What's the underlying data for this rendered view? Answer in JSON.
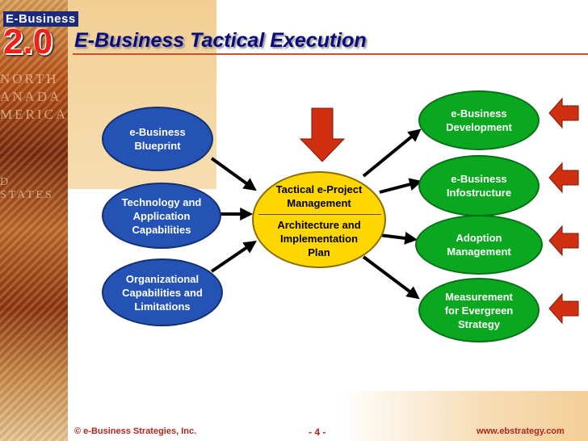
{
  "logo": {
    "small": "E-Business",
    "big": "2.0"
  },
  "background_words": [
    "NORTH",
    "ANADA",
    "MERICA",
    "D STATES"
  ],
  "title": "E-Business Tactical Execution",
  "left_nodes": {
    "blueprint": [
      "e-Business",
      "Blueprint"
    ],
    "technology": [
      "Technology and",
      "Application",
      "Capabilities"
    ],
    "organizational": [
      "Organizational",
      "Capabilities and",
      "Limitations"
    ]
  },
  "centre_node": {
    "top": [
      "Tactical e-Project",
      "Management"
    ],
    "bottom": [
      "Architecture and",
      "Implementation",
      "Plan"
    ]
  },
  "right_nodes": {
    "development": [
      "e-Business",
      "Development"
    ],
    "infostructure": [
      "e-Business",
      "Infostructure"
    ],
    "adoption": [
      "Adoption",
      "Management"
    ],
    "measurement": [
      "Measurement",
      "for Evergreen",
      "Strategy"
    ]
  },
  "footer": {
    "copyright": "© e-Business Strategies, Inc.",
    "page": "- 4 -",
    "website": "www.ebstrategy.com"
  },
  "colors": {
    "title": "#0a0a7a",
    "blue_node": "#2552b5",
    "green_node": "#0aa81e",
    "centre_node": "#ffd700",
    "input_arrow": "#d03010",
    "footer_text": "#b3261e"
  }
}
